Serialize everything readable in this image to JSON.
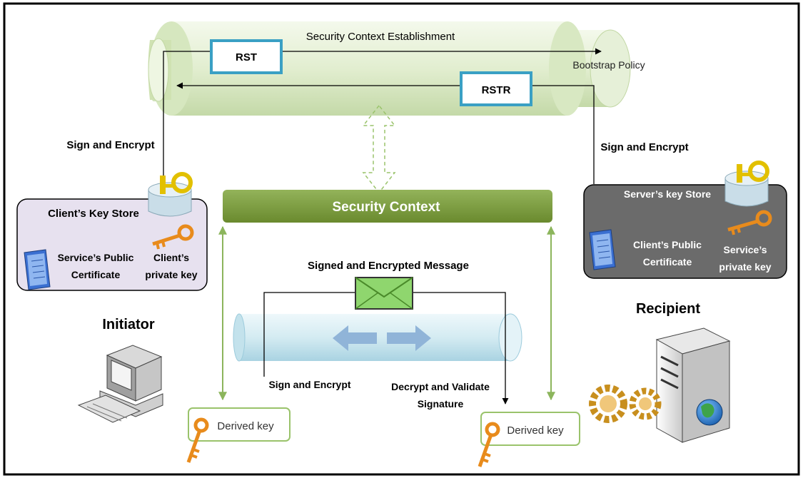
{
  "colors": {
    "border": "#000000",
    "tube_green": "#e3efd2",
    "tube_green_dark": "#b9d29a",
    "security_context": "#7d9c3e",
    "box_border": "#3aa0c4",
    "client_store_bg": "#e7e1ef",
    "server_store_bg": "#6b6b6b",
    "arrow_green": "#8cb55c",
    "envelope": "#8fd66e",
    "message_tube": "#d6ecf3",
    "blue_arrow": "#90b4d8",
    "key_orange": "#e88b1c"
  },
  "tunnel": {
    "title": "Security Context Establishment",
    "rst_label": "RST",
    "rstr_label": "RSTR",
    "bootstrap_label": "Bootstrap Policy"
  },
  "left": {
    "sign_encrypt": "Sign and Encrypt",
    "store_title": "Client’s Key Store",
    "cert_line1": "Service’s Public",
    "cert_line2": "Certificate",
    "key_line1": "Client’s",
    "key_line2": "private key",
    "role": "Initiator",
    "derived_key": "Derived key"
  },
  "right": {
    "sign_encrypt": "Sign and Encrypt",
    "store_title": "Server’s key Store",
    "cert_line1": "Client’s Public",
    "cert_line2": "Certificate",
    "key_line1": "Service’s",
    "key_line2": "private key",
    "role": "Recipient",
    "derived_key": "Derived key"
  },
  "center": {
    "security_context": "Security Context",
    "message_title": "Signed and Encrypted  Message",
    "sign_encrypt": "Sign and Encrypt",
    "decrypt_line1": "Decrypt and Validate",
    "decrypt_line2": "Signature"
  },
  "icons": {
    "key_store": "key-store-icon",
    "certificate": "certificate-icon",
    "key": "key-icon",
    "computer": "computer-icon",
    "server": "server-icon",
    "gears": "gears-icon",
    "globe": "globe-icon",
    "envelope": "envelope-icon"
  }
}
